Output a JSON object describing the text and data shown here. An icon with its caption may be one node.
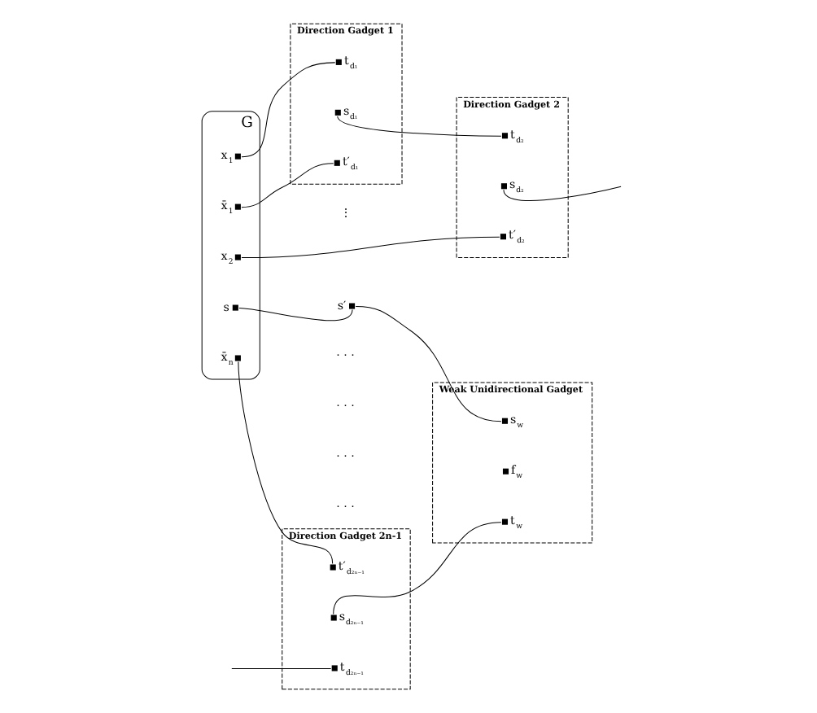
{
  "diagram": {
    "nodes": [
      {
        "text": [
          "G"
        ]
      },
      {
        "text": [
          "x$_{1}$"
        ],
        "in": 0
      },
      {
        "text": [
          "x̄$_{1}$"
        ],
        "in": 0
      },
      {
        "text": [
          "x$_{2}$"
        ],
        "in": 0
      },
      {
        "text": [
          "s"
        ],
        "in": 0
      },
      {
        "text": [
          "x̄$_{n}$"
        ],
        "in": 0
      },
      {
        "text": [
          "s′"
        ]
      },
      {
        "text": [
          "Direction Gadget 1"
        ]
      },
      {
        "text": [
          "t$_{d₁}$"
        ],
        "in": 7
      },
      {
        "text": [
          "s$_{d₁}$"
        ],
        "in": 7
      },
      {
        "text": [
          "t′$_{d₁}$"
        ],
        "in": 7
      },
      {
        "text": [
          "Direction Gadget 2"
        ]
      },
      {
        "text": [
          "t$_{d₂}$"
        ],
        "in": 11
      },
      {
        "text": [
          "s$_{d₂}$"
        ],
        "in": 11
      },
      {
        "text": [
          "t′$_{d₂}$"
        ],
        "in": 11
      },
      {
        "text": [
          "Direction Gadget 2n-1"
        ]
      },
      {
        "text": [
          "t$_{d₂ₙ₋₁}$"
        ],
        "in": 15
      },
      {
        "text": [
          "s$_{d₂ₙ₋₁}$"
        ],
        "in": 15
      },
      {
        "text": [
          "t′$_{d₂ₙ₋₁}$"
        ],
        "in": 15
      },
      {
        "text": [
          "Weak Unidirectional Gadget"
        ]
      },
      {
        "text": [
          "s$_{w}$"
        ],
        "in": 19
      },
      {
        "text": [
          "f$_{w}$"
        ],
        "in": 19
      },
      {
        "text": [
          "t$_{w}$"
        ],
        "in": 19
      }
    ],
    "edges": [
      {
        "from": 1,
        "to": 8,
        "arrow": "none"
      },
      {
        "from": 2,
        "to": 10,
        "arrow": "none"
      },
      {
        "from": 9,
        "to": 12,
        "arrow": "none"
      },
      {
        "from": 3,
        "to": 14,
        "arrow": "none"
      },
      {
        "from": 13,
        "to": null,
        "arrow": "none"
      },
      {
        "from": null,
        "to": 16,
        "arrow": "none"
      },
      {
        "from": 5,
        "to": 18,
        "arrow": "none"
      },
      {
        "from": 17,
        "to": 22,
        "arrow": "none"
      },
      {
        "from": 4,
        "to": 6,
        "arrow": "none"
      },
      {
        "from": 6,
        "to": 20,
        "arrow": "none"
      }
    ],
    "labels": [
      "⋮",
      "· · ·",
      "· · ·",
      "· · ·",
      "· · ·"
    ]
  }
}
